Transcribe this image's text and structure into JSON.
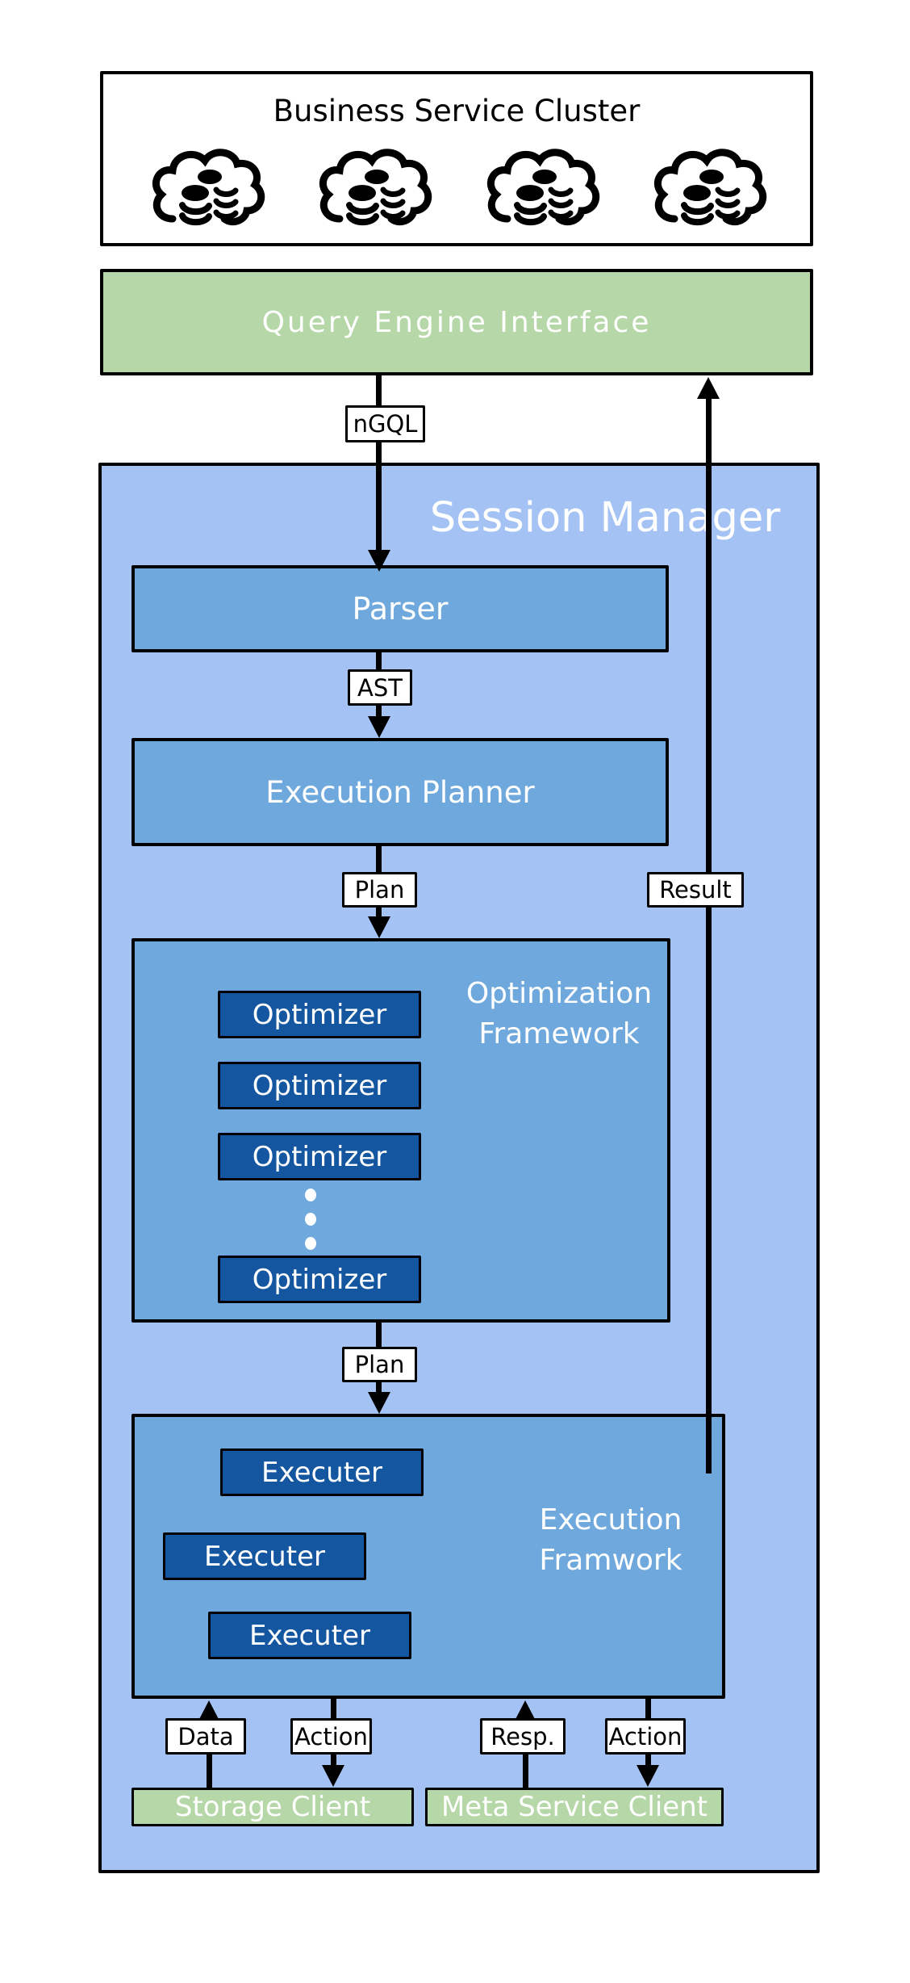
{
  "colors": {
    "outer_blue": "#a4c2f4",
    "panel_blue": "#6fa8dc",
    "module_blue": "#1456a0",
    "client_green": "#b6d7a8",
    "line_black": "#000000",
    "text_white": "#ffffff",
    "text_black": "#000000"
  },
  "business_cluster": {
    "title": "Business Service Cluster",
    "cloud_count": 4
  },
  "query_engine_interface": {
    "label": "Query Engine Interface"
  },
  "edge_labels": {
    "ngql": "nGQL",
    "ast": "AST",
    "plan_to_optimizer": "Plan",
    "result": "Result",
    "plan_to_executor": "Plan",
    "data": "Data",
    "action_storage": "Action",
    "resp": "Resp.",
    "action_meta": "Action"
  },
  "session_manager": {
    "title": "Session Manager",
    "parser": {
      "label": "Parser"
    },
    "execution_planner": {
      "label": "Execution Planner"
    },
    "optimization_framework": {
      "title": "Optimization Framework",
      "optimizers": [
        "Optimizer",
        "Optimizer",
        "Optimizer",
        "Optimizer"
      ]
    },
    "execution_framework": {
      "title": "Execution Framwork",
      "executers": [
        "Executer",
        "Executer",
        "Executer"
      ]
    },
    "clients": {
      "storage": "Storage Client",
      "meta": "Meta Service Client"
    }
  }
}
